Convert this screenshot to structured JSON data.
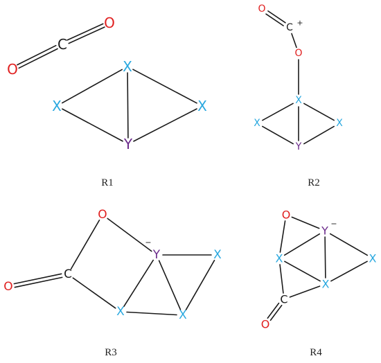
{
  "colors": {
    "X": "#29a8df",
    "Y": "#6a2a8a",
    "O": "#e02020",
    "C": "#1a1a1a",
    "bond": "#1a1a1a"
  },
  "panels": [
    {
      "caption": "R1",
      "atoms": [
        {
          "label": "O"
        },
        {
          "label": "C"
        },
        {
          "label": "O"
        },
        {
          "label": "X"
        },
        {
          "label": "X"
        },
        {
          "label": "X"
        },
        {
          "label": "Y"
        }
      ]
    },
    {
      "caption": "R2",
      "charge": "+",
      "atoms": [
        {
          "label": "O"
        },
        {
          "label": "C"
        },
        {
          "label": "O"
        },
        {
          "label": "X"
        },
        {
          "label": "X"
        },
        {
          "label": "X"
        },
        {
          "label": "Y"
        }
      ]
    },
    {
      "caption": "R3",
      "charge": "−",
      "atoms": [
        {
          "label": "O"
        },
        {
          "label": "C"
        },
        {
          "label": "O"
        },
        {
          "label": "Y"
        },
        {
          "label": "X"
        },
        {
          "label": "X"
        },
        {
          "label": "X"
        }
      ]
    },
    {
      "caption": "R4",
      "charge": "−",
      "atoms": [
        {
          "label": "O"
        },
        {
          "label": "Y"
        },
        {
          "label": "X"
        },
        {
          "label": "X"
        },
        {
          "label": "X"
        },
        {
          "label": "C"
        },
        {
          "label": "O"
        }
      ]
    }
  ]
}
